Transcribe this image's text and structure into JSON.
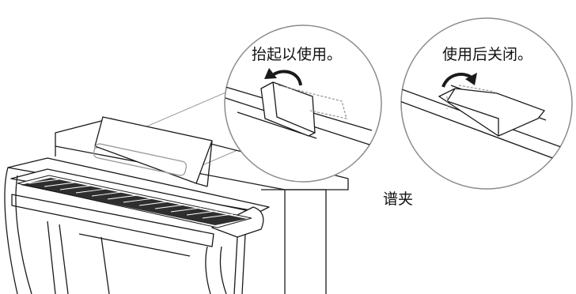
{
  "callouts": {
    "open_instruction": "抬起以使用。",
    "close_instruction": "使用后关闭。"
  },
  "part_label": "谱夹",
  "colors": {
    "line": "#1a1a1a",
    "callout_border": "#8c8c8c",
    "highlight_box": "#9a9a9a",
    "keys_black": "#111111",
    "background": "#ffffff"
  },
  "icons": {
    "open_arrow": "curved-arrow-left-icon",
    "close_arrow": "curved-arrow-right-icon"
  }
}
